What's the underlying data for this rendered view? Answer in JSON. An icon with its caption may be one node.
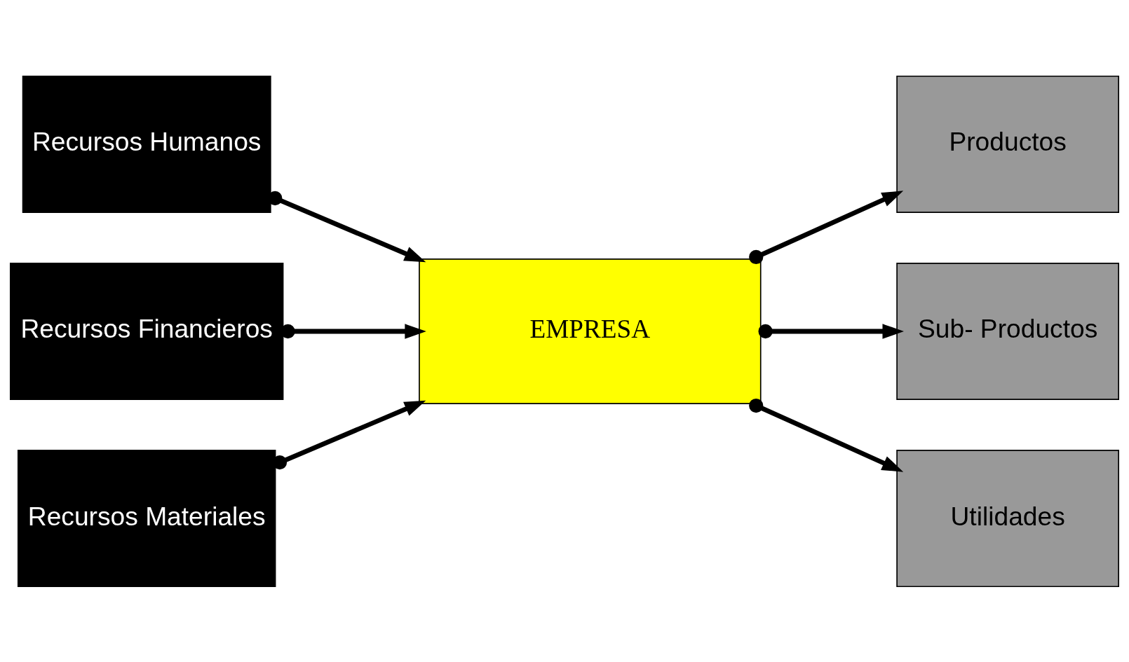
{
  "diagram": {
    "nodes": [
      {
        "text": [
          "Recursos Humanos"
        ]
      },
      {
        "text": [
          "Recursos Financieros"
        ]
      },
      {
        "text": [
          "Recursos Materiales"
        ]
      },
      {
        "text": [
          "EMPRESA"
        ]
      },
      {
        "text": [
          "Productos"
        ]
      },
      {
        "text": [
          "Sub- Productos"
        ]
      },
      {
        "text": [
          "Utilidades"
        ]
      }
    ],
    "edges": [
      {
        "from": 0,
        "to": 3,
        "arrow": "to"
      },
      {
        "from": 1,
        "to": 3,
        "arrow": "to"
      },
      {
        "from": 2,
        "to": 3,
        "arrow": "to"
      },
      {
        "from": 3,
        "to": 4,
        "arrow": "to"
      },
      {
        "from": 3,
        "to": 5,
        "arrow": "to"
      },
      {
        "from": 3,
        "to": 6,
        "arrow": "to"
      }
    ]
  }
}
